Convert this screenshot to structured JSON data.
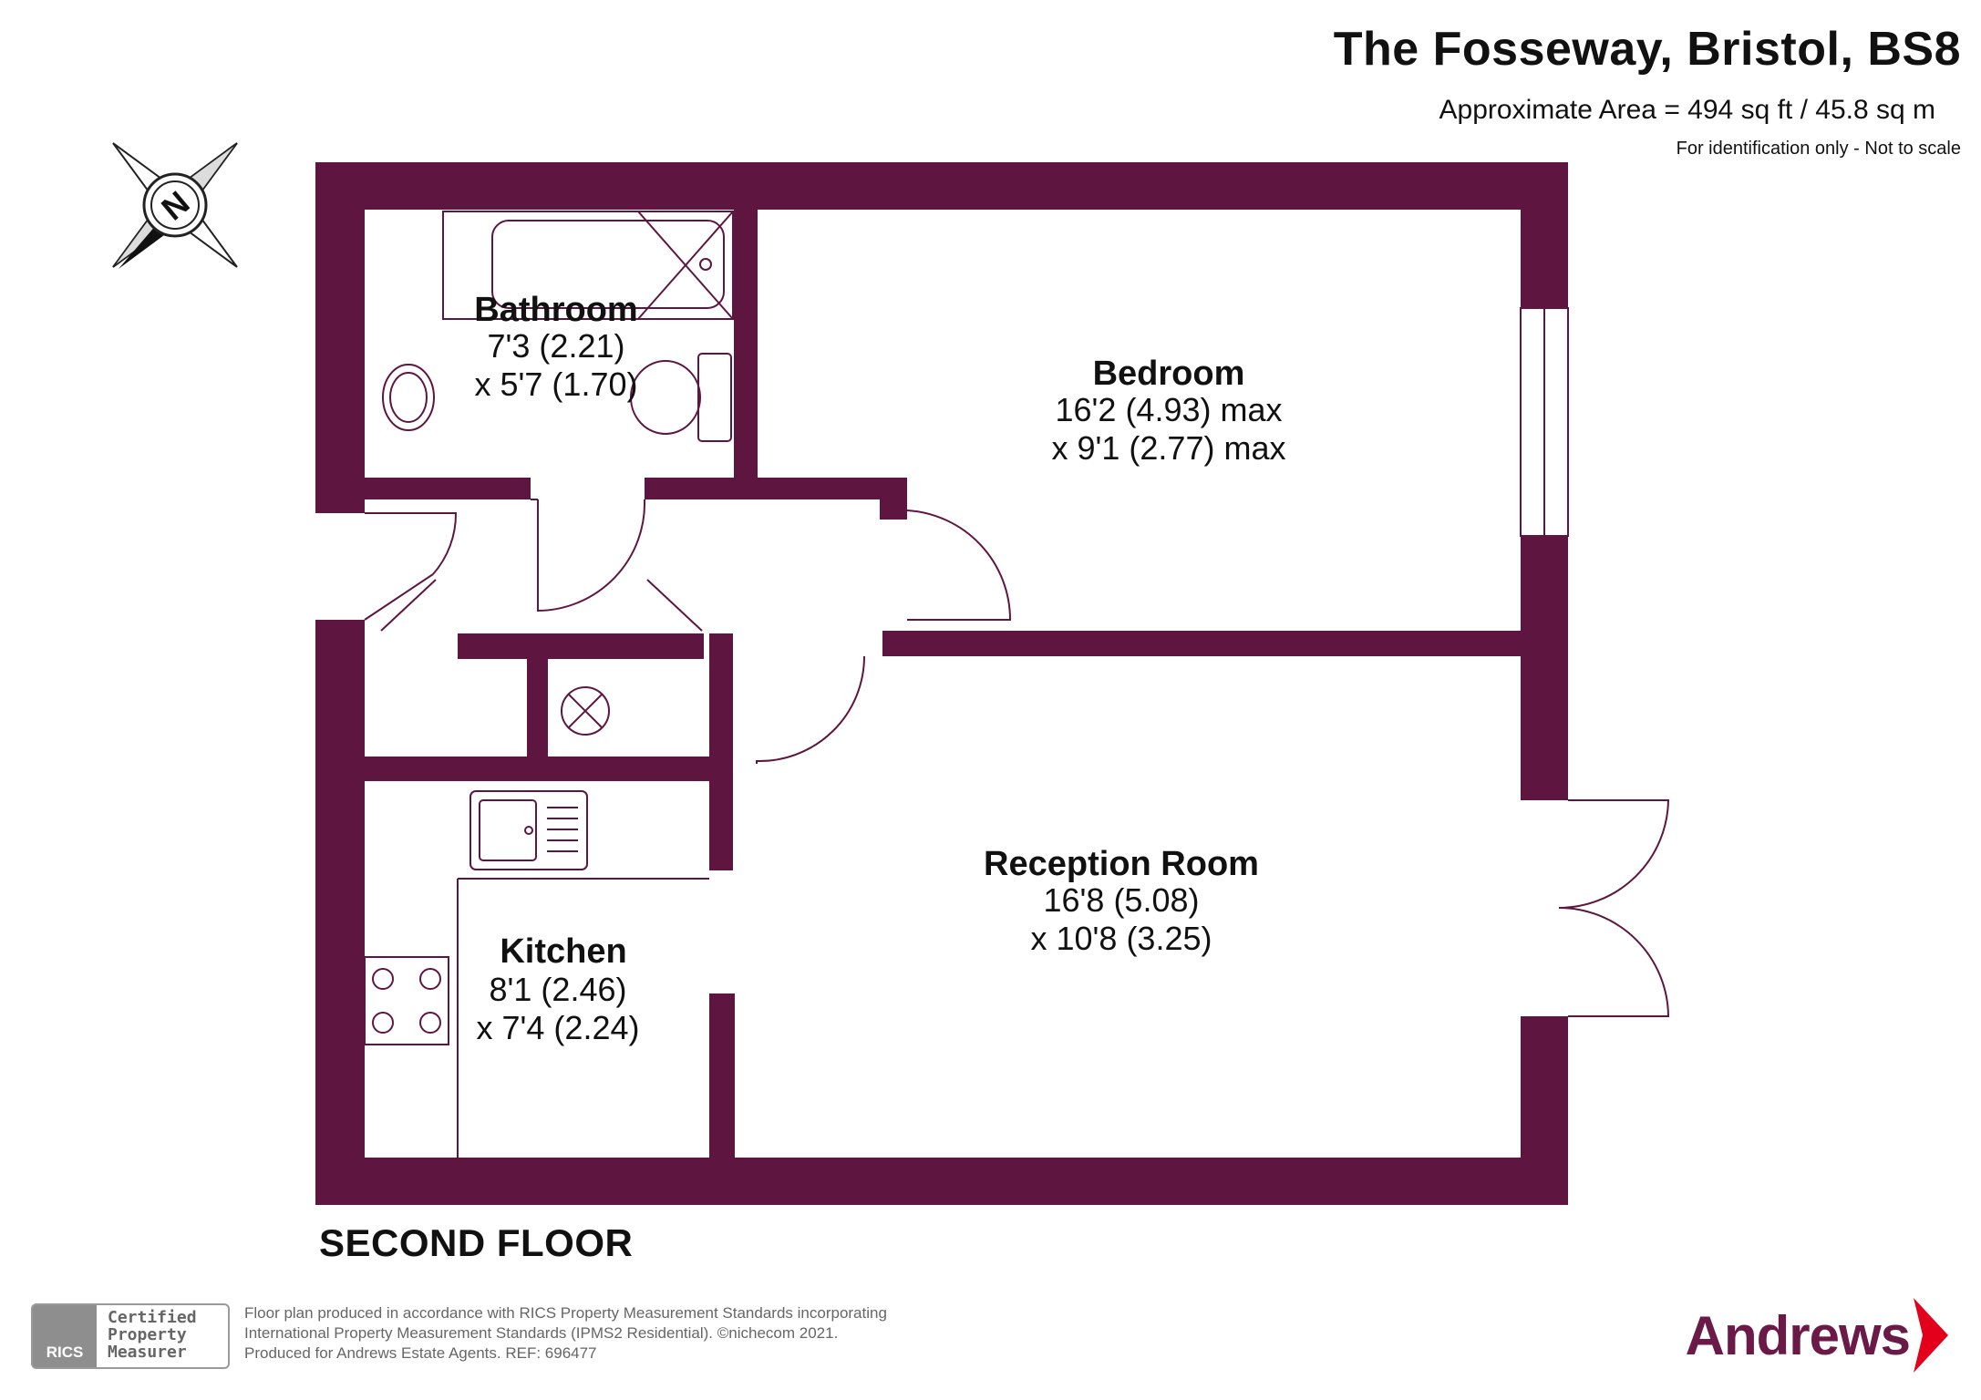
{
  "header": {
    "title": "The Fosseway, Bristol, BS8",
    "area": "Approximate Area = 494 sq ft / 45.8 sq m",
    "note": "For identification only - Not to scale"
  },
  "compass": {
    "letter": "N"
  },
  "rooms": {
    "bathroom": {
      "name": "Bathroom",
      "dim1": "7'3 (2.21)",
      "dim2": "x 5'7 (1.70)"
    },
    "bedroom": {
      "name": "Bedroom",
      "dim1": "16'2 (4.93) max",
      "dim2": "x 9'1 (2.77) max"
    },
    "reception": {
      "name": "Reception Room",
      "dim1": "16'8 (5.08)",
      "dim2": "x 10'8 (3.25)"
    },
    "kitchen": {
      "name": "Kitchen",
      "dim1": "8'1 (2.46)",
      "dim2": "x 7'4 (2.24)"
    }
  },
  "floor_label": "SECOND FLOOR",
  "footer": {
    "rics_badge": "RICS",
    "rics_lines": [
      "Certified",
      "Property",
      "Measurer"
    ],
    "credits": [
      "Floor plan produced in accordance with RICS Property Measurement Standards incorporating",
      "International Property Measurement Standards (IPMS2 Residential).   ©nichecom 2021.",
      "Produced for Andrews Estate Agents.   REF:   696477"
    ],
    "brand": "Andrews"
  },
  "colors": {
    "wall": "#5e1641",
    "brand": "#6b1a47",
    "brand_arrow": "#e3001b"
  }
}
